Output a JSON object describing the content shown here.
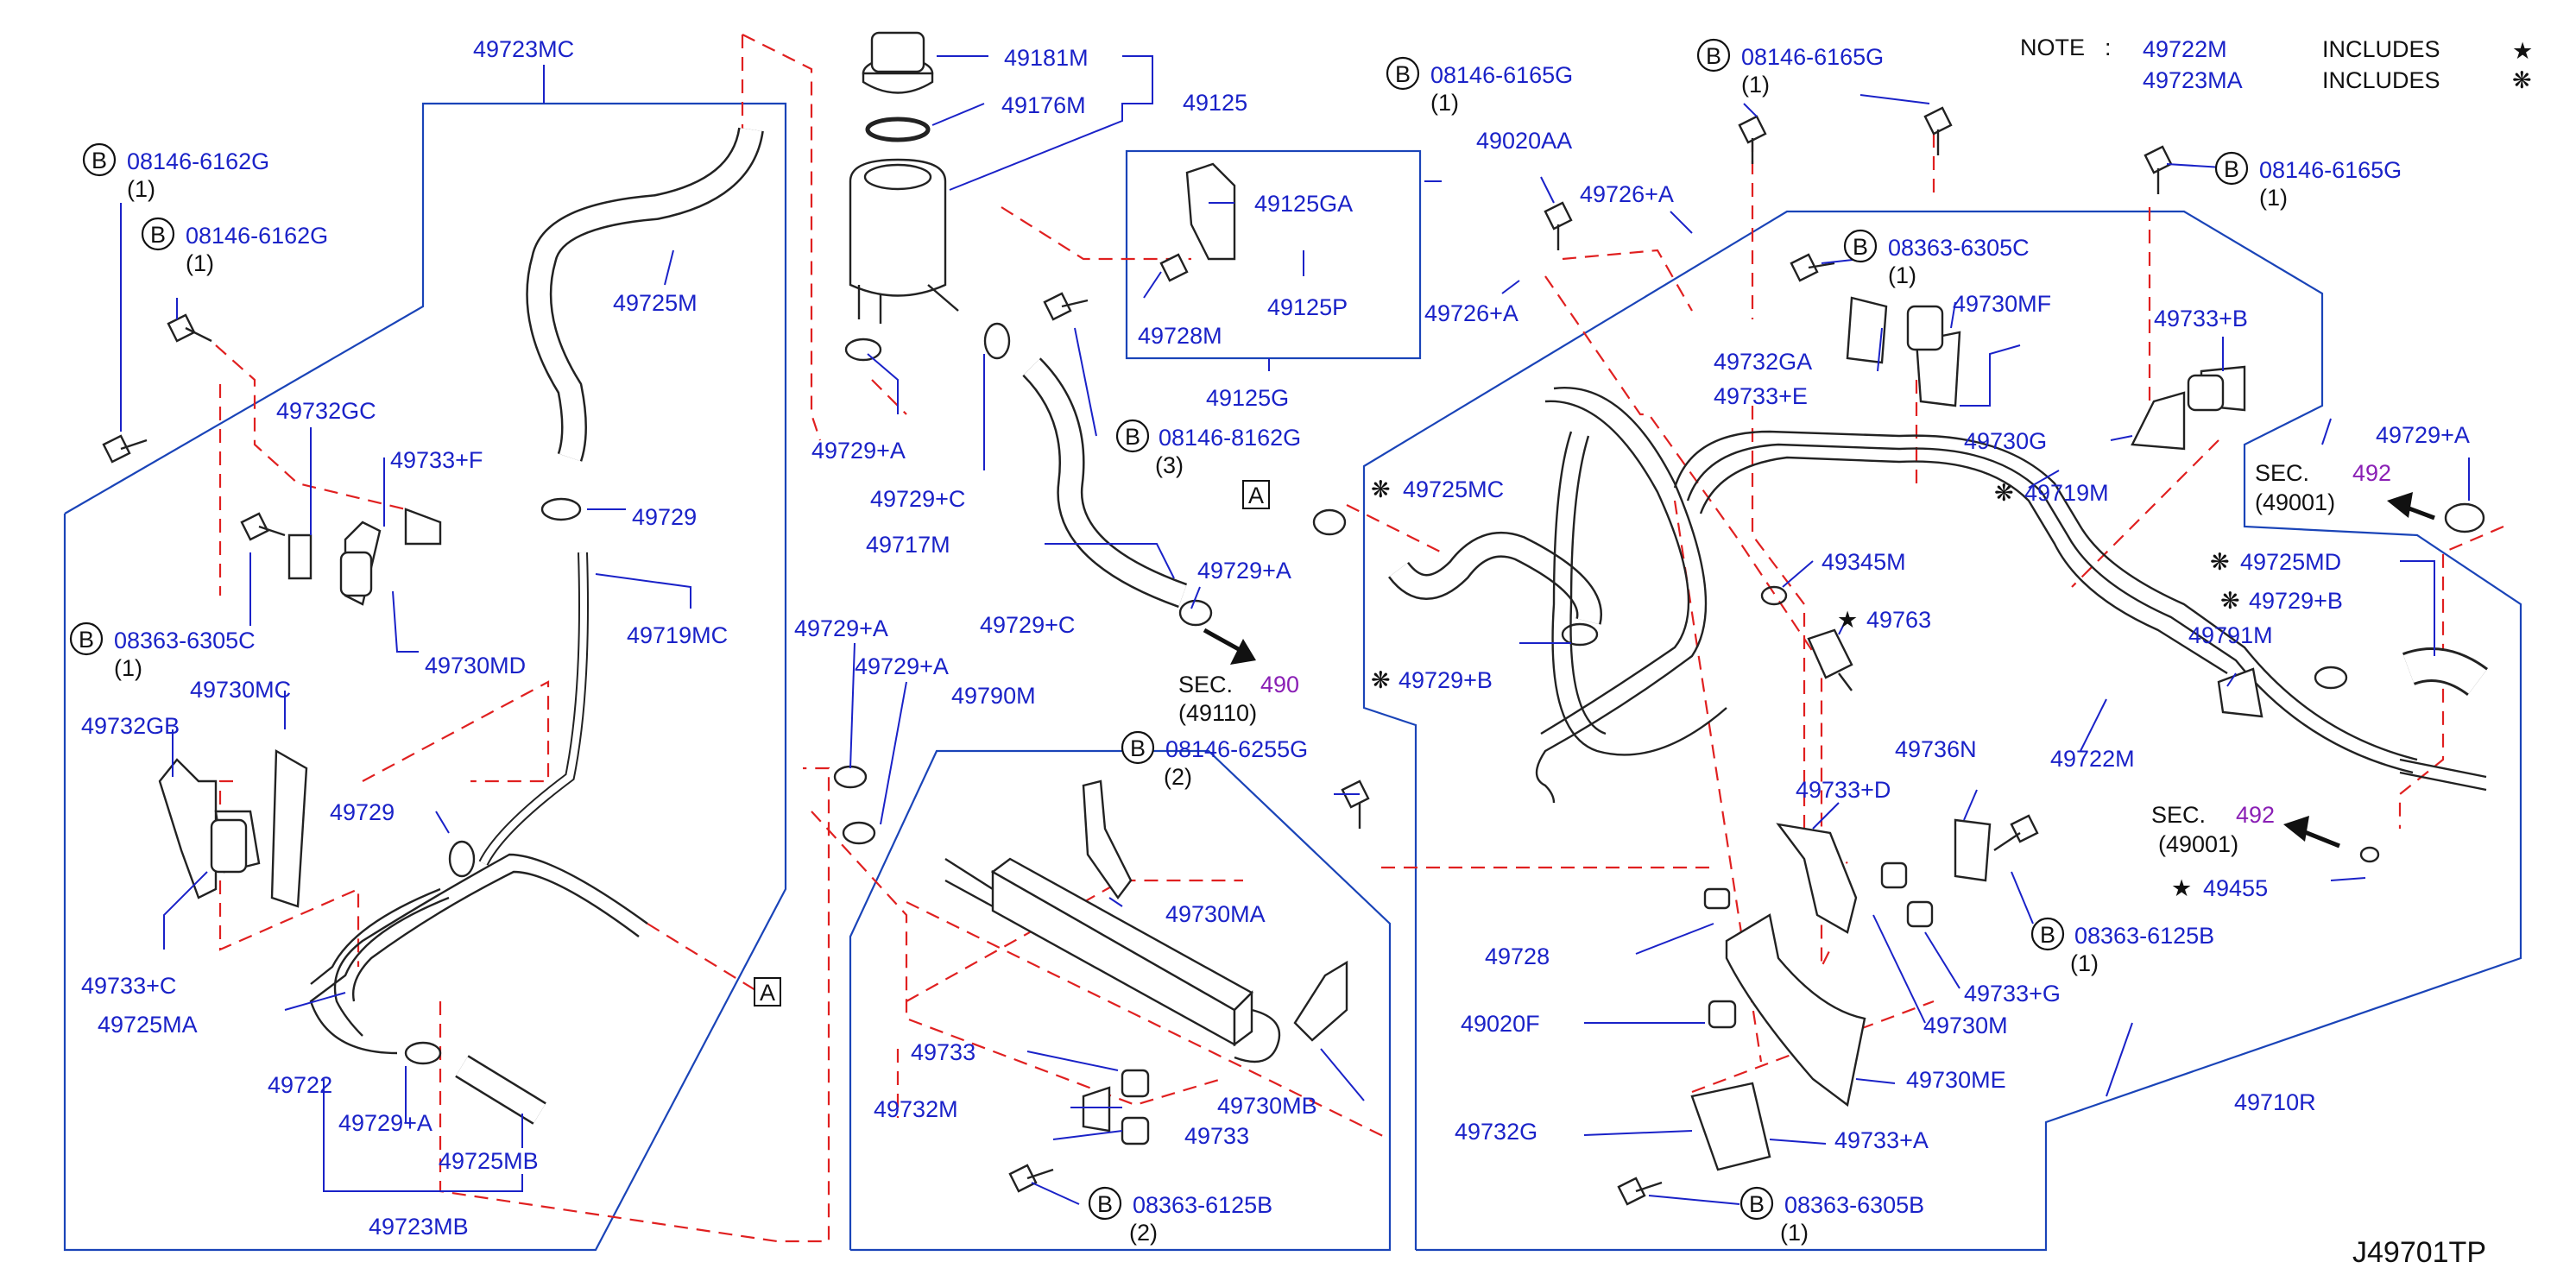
{
  "labels": {
    "mc": "49723MC",
    "b_6162g_1": "08146-6162G",
    "b_6162g_2": "08146-6162G",
    "q1a": "(1)",
    "q1b": "(1)",
    "p725m": "49725M",
    "p732gc": "49732GC",
    "p733f": "49733+F",
    "p729a": "49729",
    "p719mc": "49719MC",
    "b_6305c": "08363-6305C",
    "q1c": "(1)",
    "p730md": "49730MD",
    "p730mc": "49730MC",
    "p732gb": "49732GB",
    "p729b": "49729",
    "p733c": "49733+C",
    "p725ma": "49725MA",
    "p722": "49722",
    "p729pa_1": "49729+A",
    "p725mb": "49725MB",
    "p723mb": "49723MB",
    "p181m": "49181M",
    "p176m": "49176M",
    "p125": "49125",
    "p125ga": "49125GA",
    "p728m": "49728M",
    "p125p": "49125P",
    "p125g": "49125G",
    "p729pa_2": "49729+A",
    "p729pc_1": "49729+C",
    "b_8162g": "08146-8162G",
    "q3": "(3)",
    "p717m": "49717M",
    "p729pa_3": "49729+A",
    "p729pc_2": "49729+C",
    "p729pa_4": "49729+A",
    "p729pa_5": "49729+A",
    "sec490": "SEC.",
    "sec490_num": "490",
    "sec490_sub": "(49110)",
    "p790m": "49790M",
    "b_6255g": "08146-6255G",
    "q2a": "(2)",
    "p730ma": "49730MA",
    "p733": "49733",
    "p732m": "49732M",
    "p733b": "49733",
    "p730mb": "49730MB",
    "b_6125b_1": "08363-6125B",
    "q2b": "(2)",
    "b_6165g_1": "08146-6165G",
    "q1d": "(1)",
    "b_6165g_2": "08146-6165G",
    "q1e": "(1)",
    "p020aa": "49020AA",
    "p726a_1": "49726+A",
    "p726a_2": "49726+A",
    "b_6305c_2": "08363-6305C",
    "q1f": "(1)",
    "p730mf": "49730MF",
    "p732ga": "49732GA",
    "p733e": "49733+E",
    "p730g": "49730G",
    "p733pb": "49733+B",
    "b_6165g_3": "08146-6165G",
    "q1g": "(1)",
    "p725mc": "49725MC",
    "p719m": "49719M",
    "p345m": "49345M",
    "p763": "49763",
    "p729pb_1": "49729+B",
    "p736n": "49736N",
    "p733d": "49733+D",
    "b_6125b_2": "08363-6125B",
    "q1h": "(1)",
    "p733g": "49733+G",
    "p728": "49728",
    "p020f": "49020F",
    "p730m": "49730M",
    "p730me": "49730ME",
    "p732g": "49732G",
    "p733pa": "49733+A",
    "b_6305b": "08363-6305B",
    "q1i": "(1)",
    "p710r": "49710R",
    "p722m": "49722M",
    "p729pa_6": "49729+A",
    "sec492_1": "SEC.",
    "sec492_1_num": "492",
    "sec492_1_sub": "(49001)",
    "p725md": "49725MD",
    "p729pb_2": "49729+B",
    "p791m": "49791M",
    "sec492_2": "SEC.",
    "sec492_2_num": "492",
    "sec492_2_sub": "(49001)",
    "p455": "49455",
    "a_1": "A",
    "a_2": "A",
    "b_letter": "B"
  },
  "note": {
    "title": "NOTE",
    "colon": ":",
    "part1": "49722M",
    "includes1": "INCLUDES",
    "symbol1": "★",
    "part2": "49723MA",
    "includes2": "INCLUDES",
    "symbol2": "❋"
  },
  "symbols": {
    "star": "★",
    "asterisk": "❋"
  },
  "drawing_code": "J49701TP",
  "colors": {
    "label_blue": "#1a22c8",
    "dash_red": "#e02020",
    "frame_blue": "#1a44b8",
    "section_purple": "#8a1fb5"
  }
}
